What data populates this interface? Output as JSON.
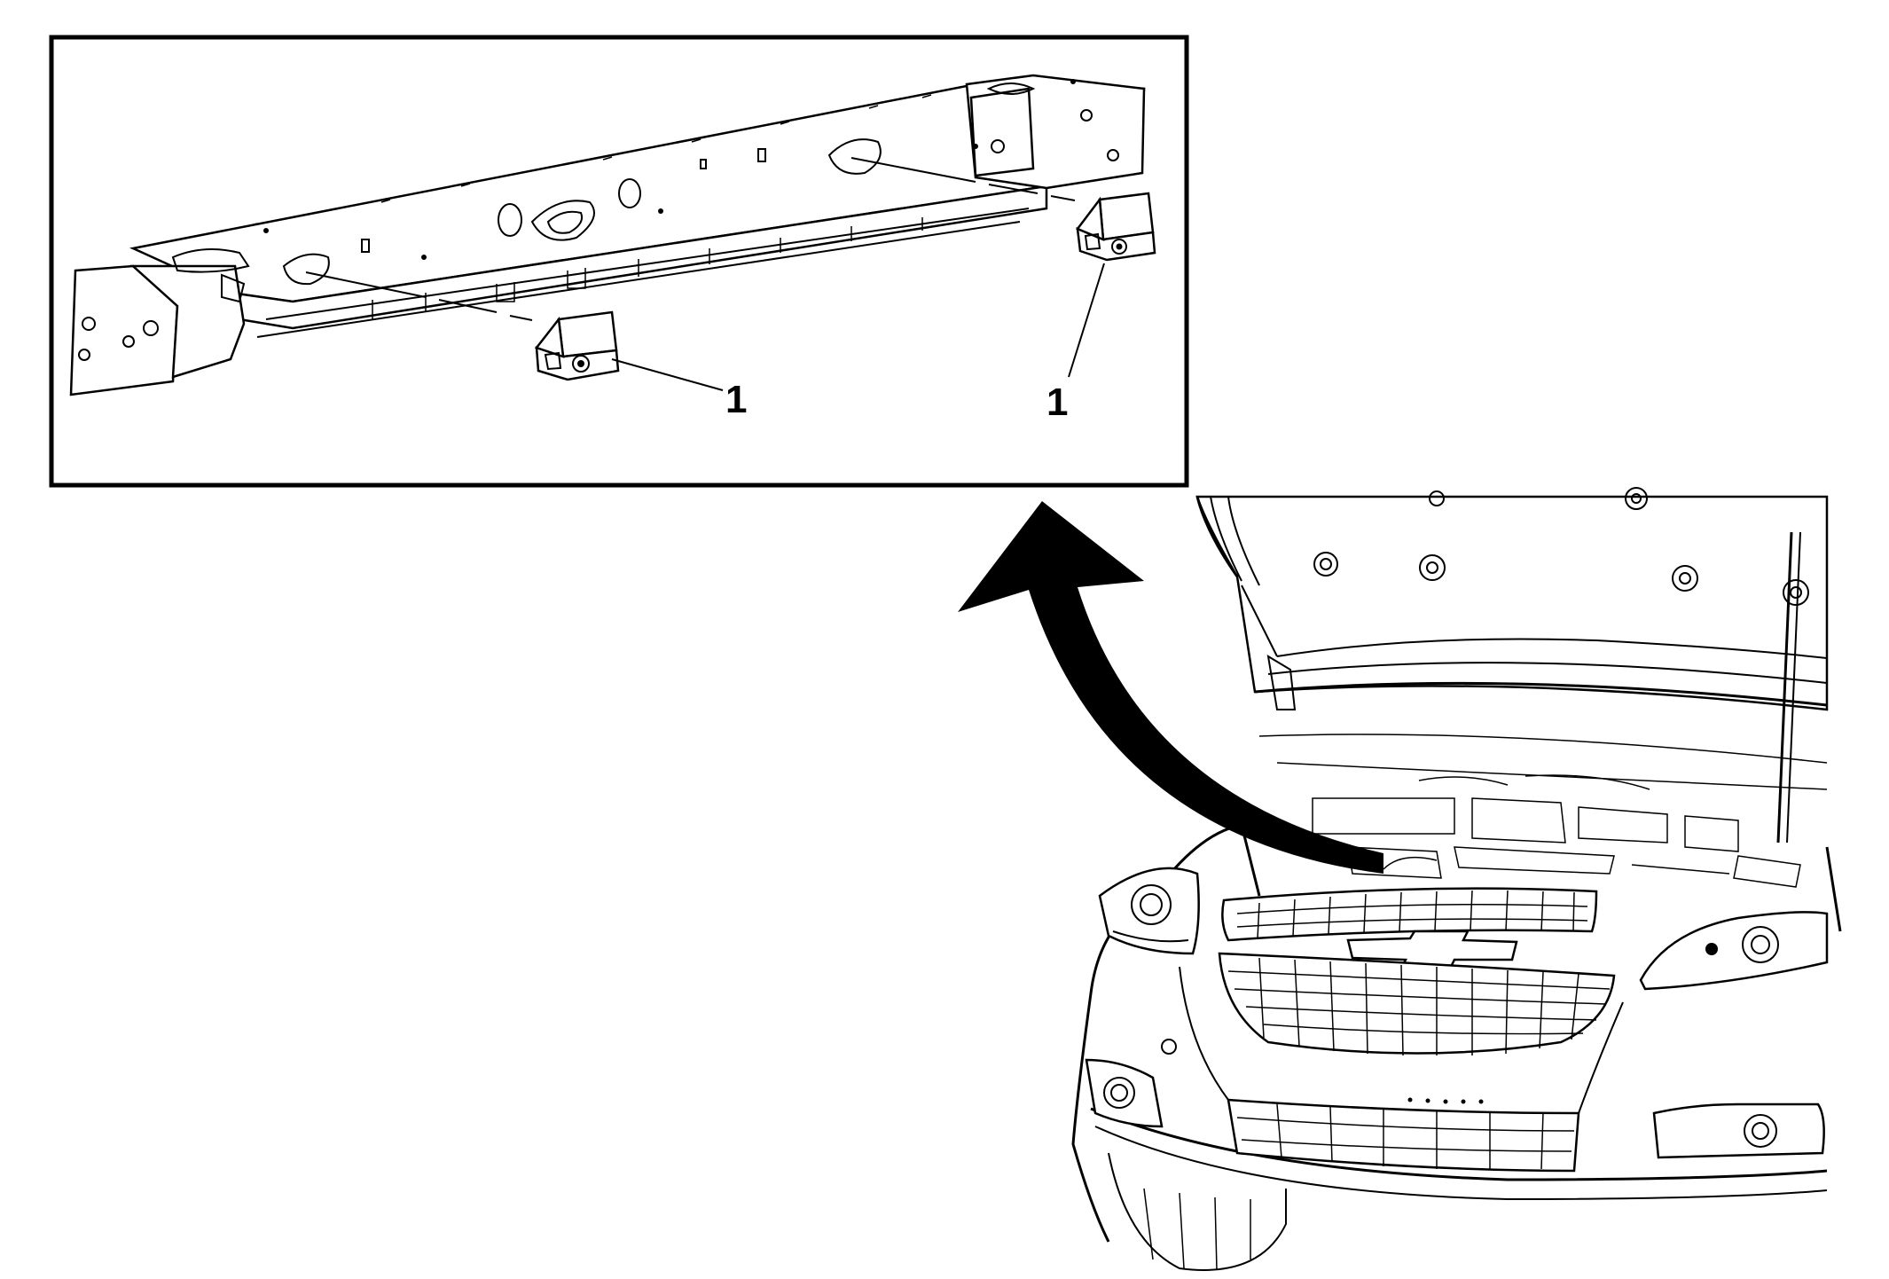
{
  "callouts": [
    {
      "id": "left-sensor",
      "label": "1"
    },
    {
      "id": "right-sensor",
      "label": "1"
    }
  ],
  "colors": {
    "stroke": "#000000",
    "background": "#ffffff"
  }
}
